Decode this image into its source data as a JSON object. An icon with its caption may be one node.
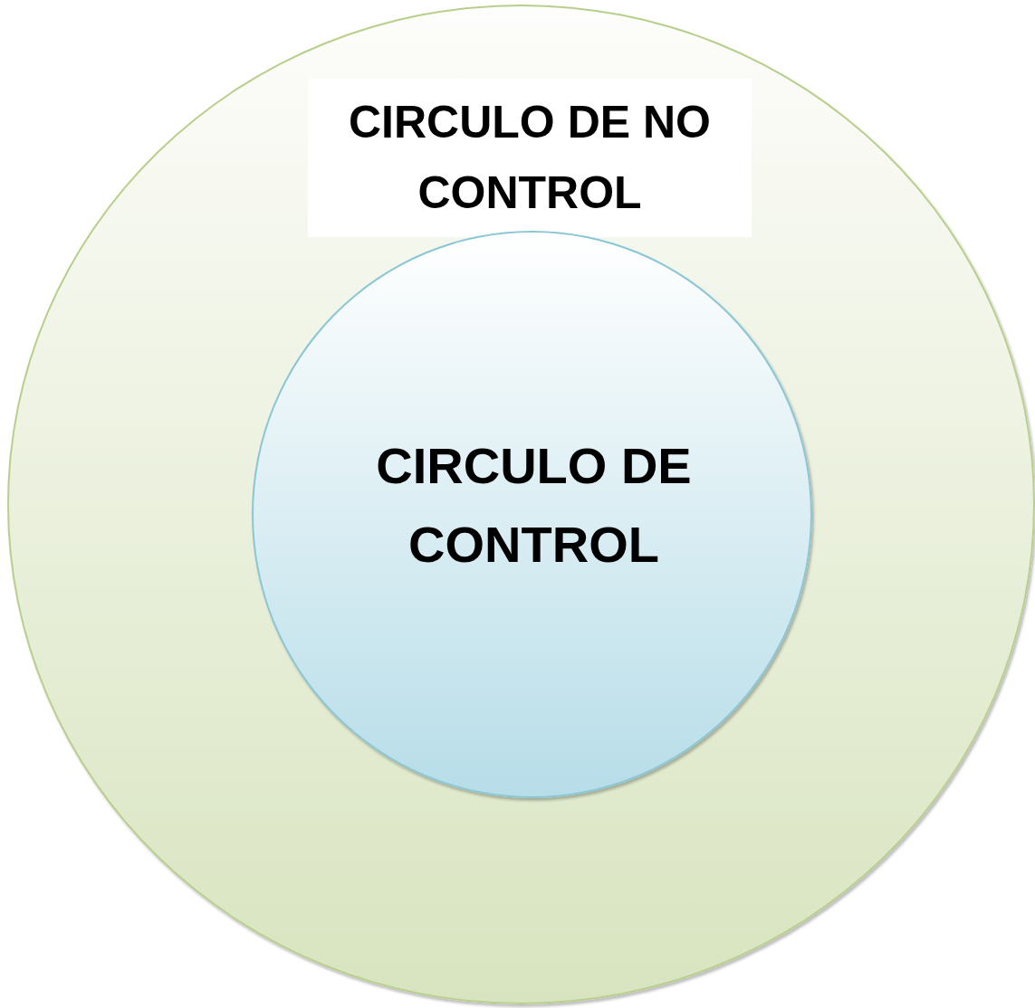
{
  "diagram": {
    "nodes": [
      {
        "text": [
          "CIRCULO DE NO CONTROL"
        ]
      },
      {
        "text": [
          "CIRCULO DE CONTROL"
        ],
        "in": 0
      }
    ]
  }
}
